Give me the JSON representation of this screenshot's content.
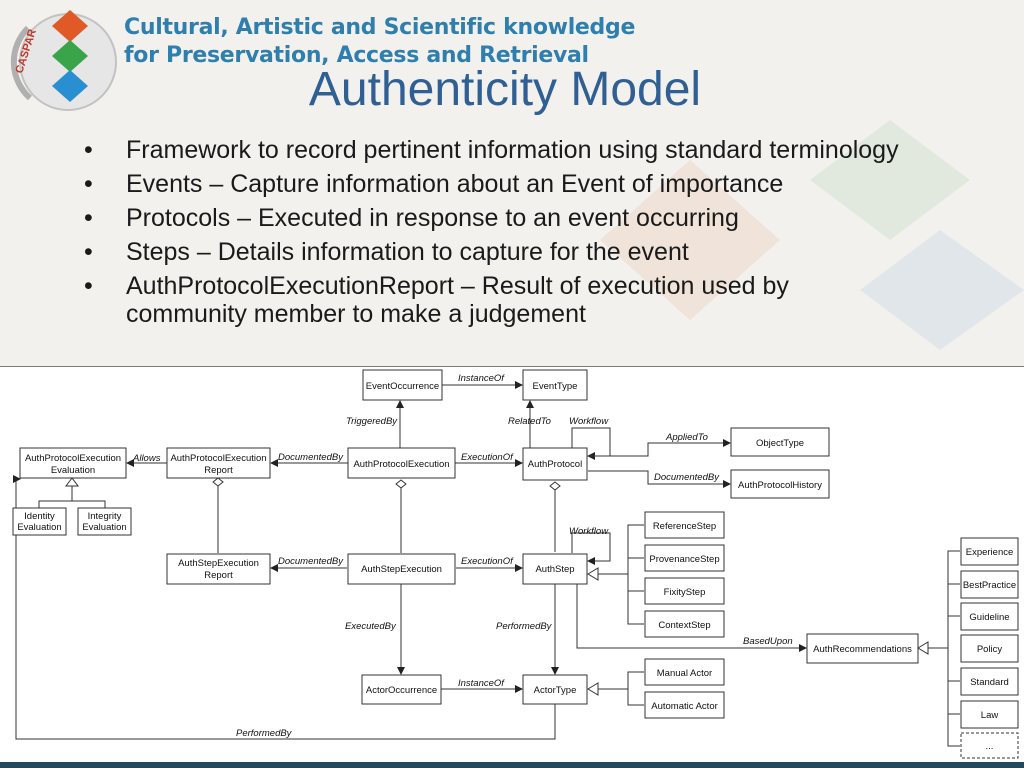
{
  "header": {
    "logo_text": "CASPAR",
    "line1": "Cultural, Artistic and Scientific knowledge",
    "line2": "for Preservation, Access and Retrieval"
  },
  "title": "Authenticity Model",
  "bullets": [
    "Framework to record pertinent information using standard terminology",
    "Events – Capture information about an Event of importance",
    "Protocols – Executed in response to an event occurring",
    "Steps – Details information to capture for the event",
    "AuthProtocolExecutionReport – Result of execution used by community member to make a judgement"
  ],
  "diagram": {
    "boxes": {
      "event_occurrence": "EventOccurrence",
      "event_type": "EventType",
      "auth_protocol_execution_evaluation": [
        "AuthProtocolExecution",
        "Evaluation"
      ],
      "auth_protocol_execution_report": [
        "AuthProtocolExecution",
        "Report"
      ],
      "auth_protocol_execution": "AuthProtocolExecution",
      "auth_protocol": "AuthProtocol",
      "object_type": "ObjectType",
      "auth_protocol_history": "AuthProtocolHistory",
      "identity_evaluation": [
        "Identity",
        "Evaluation"
      ],
      "integrity_evaluation": [
        "Integrity",
        "Evaluation"
      ],
      "reference_step": "ReferenceStep",
      "provenance_step": "ProvenanceStep",
      "fixity_step": "FixityStep",
      "context_step": "ContextStep",
      "auth_step_execution_report": [
        "AuthStepExecution",
        "Report"
      ],
      "auth_step_execution": "AuthStepExecution",
      "auth_step": "AuthStep",
      "auth_recommendations": "AuthRecommendations",
      "experience": "Experience",
      "best_practice": "BestPractice",
      "guideline": "Guideline",
      "policy": "Policy",
      "standard": "Standard",
      "law": "Law",
      "more": "...",
      "actor_occurrence": "ActorOccurrence",
      "actor_type": "ActorType",
      "manual_actor": "Manual Actor",
      "automatic_actor": "Automatic Actor"
    },
    "labels": {
      "instance_of_event": "InstanceOf",
      "triggered_by": "TriggeredBy",
      "related_to": "RelatedTo",
      "workflow_protocol": "Workflow",
      "applied_to": "AppliedTo",
      "documented_by_history": "DocumentedBy",
      "allows": "Allows",
      "documented_by_report": "DocumentedBy",
      "execution_of_protocol": "ExecutionOf",
      "workflow_step": "Workflow",
      "documented_by_step_report": "DocumentedBy",
      "execution_of_step": "ExecutionOf",
      "based_upon": "BasedUpon",
      "executed_by": "ExecutedBy",
      "performed_by_step": "PerformedBy",
      "instance_of_actor": "InstanceOf",
      "performed_by_bottom": "PerformedBy"
    }
  }
}
